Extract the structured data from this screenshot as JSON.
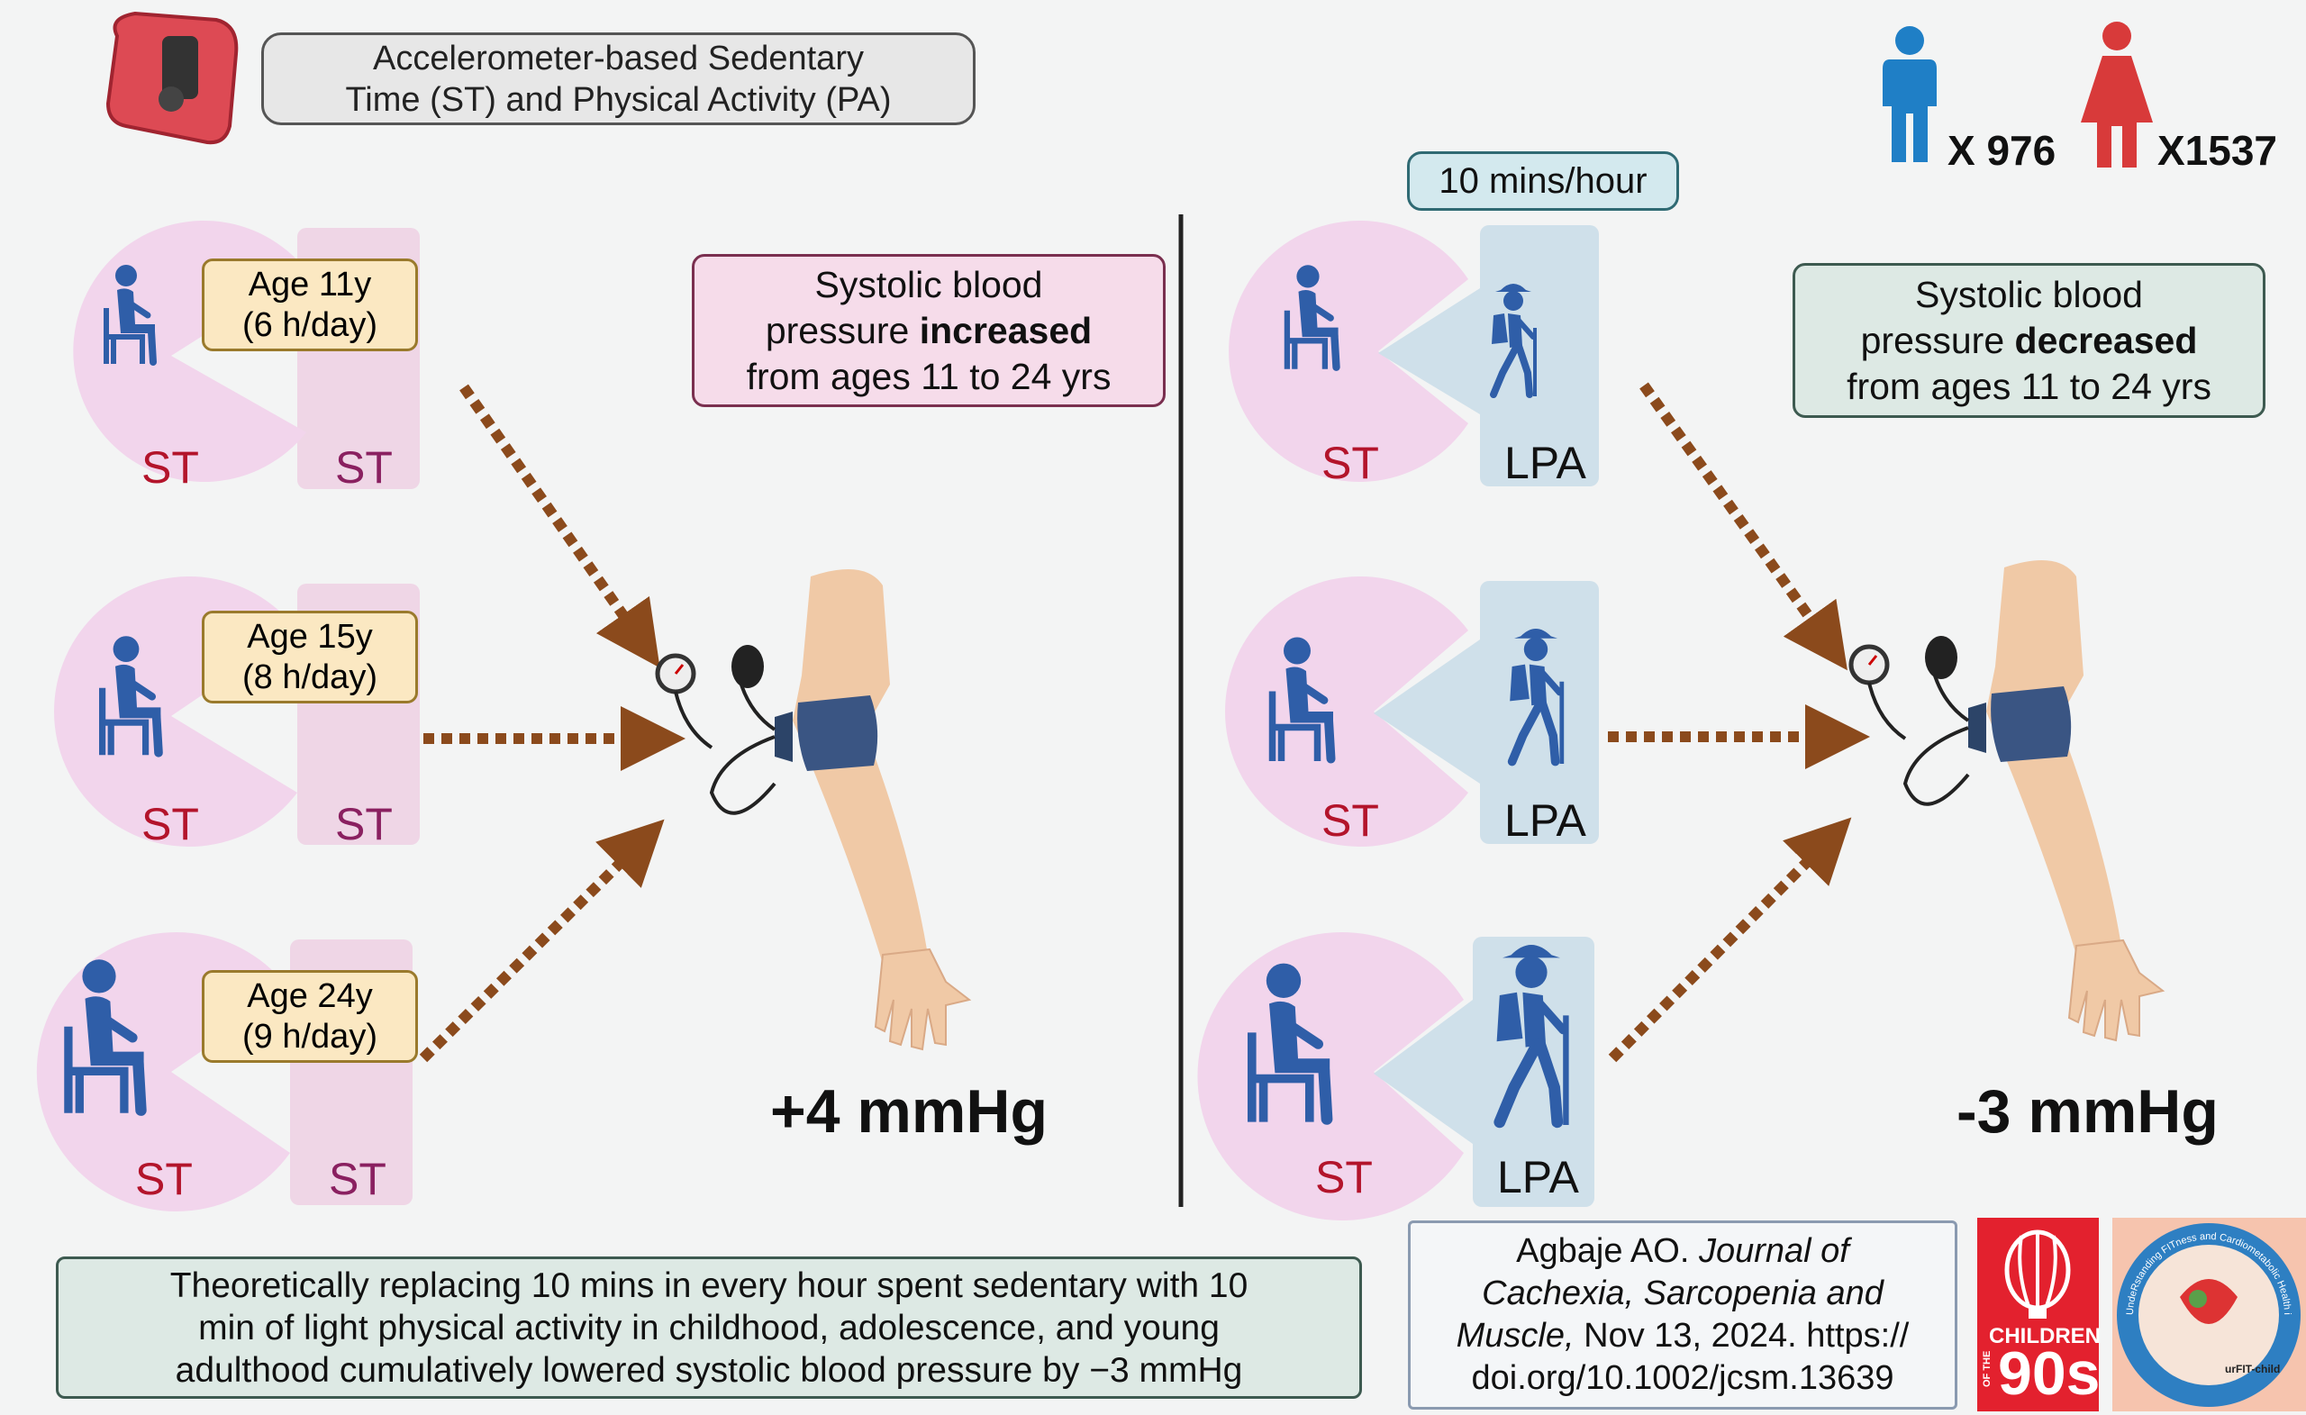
{
  "header": {
    "title_line1": "Accelerometer-based Sedentary",
    "title_line2": "Time (ST) and Physical Activity (PA)"
  },
  "cohort": {
    "male": "X 976",
    "female": "X1537"
  },
  "left": {
    "rows": [
      {
        "age": "Age 11y",
        "hours": "(6 h/day)",
        "left_label": "ST",
        "right_label": "ST"
      },
      {
        "age": "Age 15y",
        "hours": "(8 h/day)",
        "left_label": "ST",
        "right_label": "ST"
      },
      {
        "age": "Age 24y",
        "hours": "(9 h/day)",
        "left_label": "ST",
        "right_label": "ST"
      }
    ],
    "result": {
      "line1": "Systolic blood",
      "line2_pre": "pressure ",
      "line2_bold": "increased",
      "line3": "from ages 11 to 24 yrs"
    },
    "delta": "+4 mmHg"
  },
  "right": {
    "tag": "10 mins/hour",
    "rows": [
      {
        "left_label": "ST",
        "right_label": "LPA"
      },
      {
        "left_label": "ST",
        "right_label": "LPA"
      },
      {
        "left_label": "ST",
        "right_label": "LPA"
      }
    ],
    "result": {
      "line1": "Systolic blood",
      "line2_pre": "pressure ",
      "line2_bold": "decreased",
      "line3": "from ages 11 to 24 yrs"
    },
    "delta": "-3 mmHg"
  },
  "conclusion": {
    "line1": "Theoretically replacing 10 mins in every hour spent sedentary with 10",
    "line2": "min of light physical activity in childhood, adolescence, and young",
    "line3": "adulthood cumulatively lowered systolic blood pressure by −3 mmHg"
  },
  "citation": {
    "line1_pre": "Agbaje AO. ",
    "line1_journal": "Journal of",
    "line2": "Cachexia, Sarcopenia and",
    "line3_journal": "Muscle,",
    "line3_post": " Nov 13, 2024. https://",
    "line4": "doi.org/10.1002/jcsm.13639"
  },
  "logos": {
    "children90s_top": "CHILDREN",
    "children90s_of": "OF THE",
    "children90s_big": "90s",
    "upfit_text": "UndeRstanding FITness and Cardiometabolic Health in Early Childhood",
    "upfit_mark": "urFIT-child"
  },
  "colors": {
    "st_pie": "#f2d5ec",
    "lpa_panel": "#cfe0ea",
    "st_panel": "#efd6e6",
    "st_text": "#b3142b",
    "st_text_right": "#8a2060",
    "arrow": "#8b4a1c",
    "person": "#2f5ea8",
    "age_box": "#fbe8c2",
    "male": "#1f7fc6",
    "female": "#d83a3a"
  },
  "icons": [
    "accelerometer-icon",
    "male-icon",
    "female-icon",
    "sitting-person-icon",
    "hiker-icon",
    "blood-pressure-arm-icon"
  ]
}
